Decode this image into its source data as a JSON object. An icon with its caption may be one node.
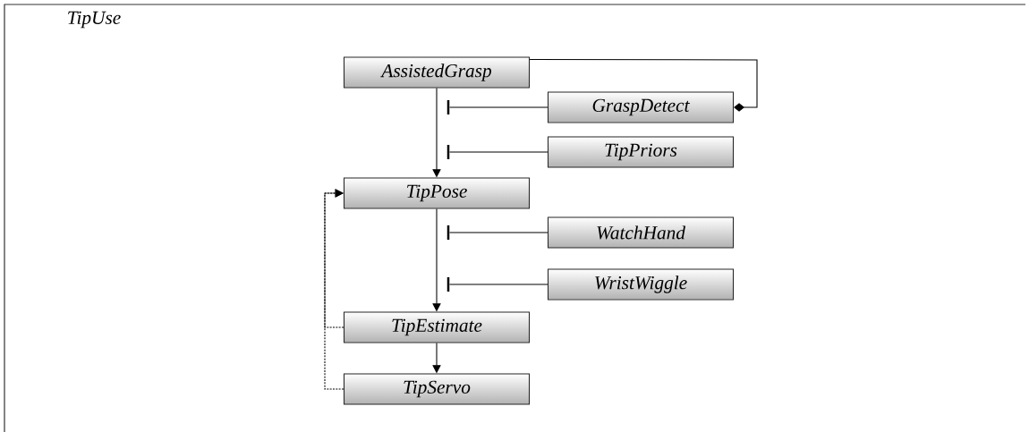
{
  "diagram": {
    "nodes": [
      {
        "text": [
          "TipUse"
        ]
      },
      {
        "text": [
          "AssistedGrasp"
        ],
        "in": 0
      },
      {
        "text": [
          "GraspDetect"
        ],
        "in": 0
      },
      {
        "text": [
          "TipPriors"
        ],
        "in": 0
      },
      {
        "text": [
          "TipPose"
        ],
        "in": 0
      },
      {
        "text": [
          "WatchHand"
        ],
        "in": 0
      },
      {
        "text": [
          "WristWiggle"
        ],
        "in": 0
      },
      {
        "text": [
          "TipEstimate"
        ],
        "in": 0
      },
      {
        "text": [
          "TipServo"
        ],
        "in": 0
      },
      {
        "text": [],
        "shape": "bar",
        "in": 0
      },
      {
        "text": [],
        "shape": "bar",
        "in": 0
      },
      {
        "text": [],
        "shape": "bar",
        "in": 0
      },
      {
        "text": [],
        "shape": "bar",
        "in": 0
      }
    ],
    "edges": [
      {
        "from": 1,
        "to": 4,
        "arrow": "to"
      },
      {
        "from": 1,
        "to": 2,
        "arrow": "other"
      },
      {
        "from": 2,
        "to": 9,
        "arrow": "none"
      },
      {
        "from": 3,
        "to": 10,
        "arrow": "none"
      },
      {
        "from": 5,
        "to": 11,
        "arrow": "none"
      },
      {
        "from": 6,
        "to": 12,
        "arrow": "none"
      },
      {
        "from": 4,
        "to": 7,
        "arrow": "to"
      },
      {
        "from": 7,
        "to": 8,
        "arrow": "to"
      },
      {
        "from": 7,
        "to": 4,
        "arrow": "to",
        "style": "dashed"
      },
      {
        "from": 8,
        "to": 4,
        "arrow": "to",
        "style": "dashed"
      }
    ]
  }
}
